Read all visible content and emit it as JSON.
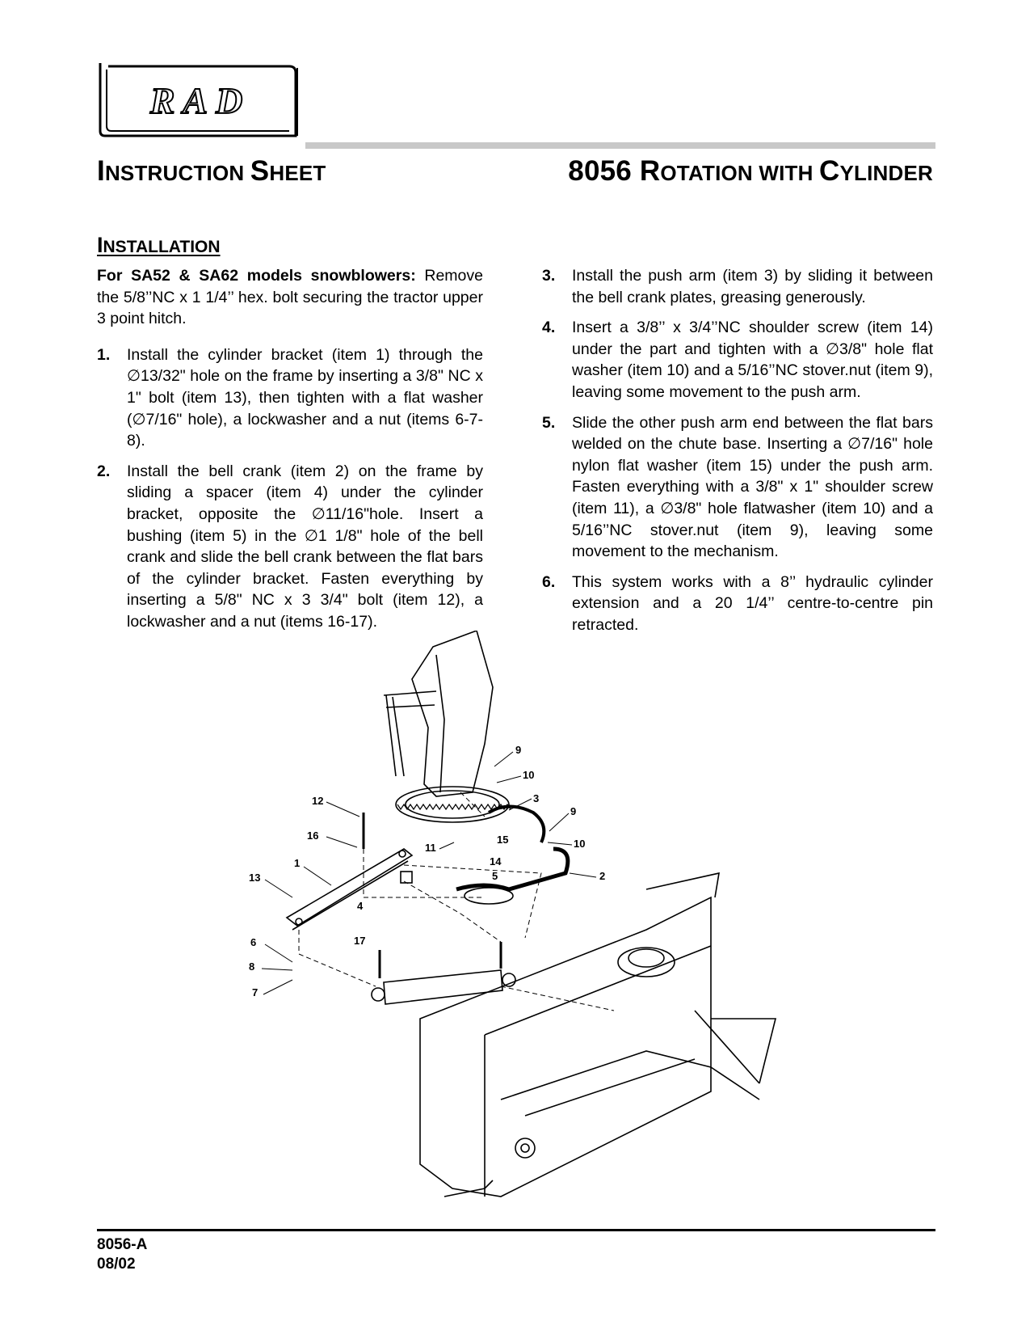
{
  "header": {
    "logo_text": "RAD",
    "title_left": {
      "cap1": "I",
      "rest1": "NSTRUCTION ",
      "cap2": "S",
      "rest2": "HEET"
    },
    "title_right": {
      "lead": "8056 ",
      "cap1": "R",
      "rest1": "OTATION WITH ",
      "cap2": "C",
      "rest2": "YLINDER"
    }
  },
  "section": {
    "cap": "I",
    "rest": "NSTALLATION"
  },
  "intro": {
    "bold": "For SA52 & SA62 models snowblowers:",
    "text": "Remove the 5/8’’NC x 1 1/4’’ hex. bolt securing the tractor upper 3 point hitch."
  },
  "steps": [
    {
      "num": "1.",
      "text": "Install the cylinder bracket (item 1) through the ∅13/32\" hole on the frame by inserting a 3/8\" NC x 1\" bolt (item 13), then tighten with a flat washer (∅7/16\" hole), a lockwasher and a nut (items 6-7-8)."
    },
    {
      "num": "2.",
      "text": "Install the bell crank (item 2) on the frame by sliding a spacer (item 4) under the cylinder bracket, opposite the ∅11/16\"hole. Insert a bushing (item 5) in the ∅1 1/8\" hole of the bell crank and slide the bell crank between the flat bars of the cylinder bracket. Fasten everything by inserting a 5/8\" NC x 3 3/4\" bolt (item 12), a lockwasher and a nut (items 16-17)."
    },
    {
      "num": "3.",
      "text": "Install the push arm (item 3) by sliding it between the bell crank plates, greasing generously."
    },
    {
      "num": "4.",
      "text": "Insert a 3/8’’ x 3/4’’NC shoulder screw (item 14) under the part and tighten with a ∅3/8\" hole flat washer (item 10) and a 5/16’’NC stover.nut (item 9), leaving some movement to the push arm."
    },
    {
      "num": "5.",
      "text": "Slide the other push arm end between the flat bars welded on the chute base. Inserting a ∅7/16\" hole nylon flat washer (item 15) under the push arm. Fasten everything with a 3/8\" x 1\" shoulder screw (item 11), a ∅3/8\" hole flatwasher (item 10) and a 5/16’’NC stover.nut (item 9), leaving some movement to the mechanism."
    },
    {
      "num": "6.",
      "text": "This system works with a 8’’ hydraulic cylinder extension and a 20 1/4’’ centre-to-centre pin retracted."
    }
  ],
  "diagram": {
    "callouts": [
      "9",
      "10",
      "3",
      "9",
      "10",
      "12",
      "16",
      "11",
      "15",
      "14",
      "5",
      "2",
      "1",
      "13",
      "4",
      "17",
      "6",
      "8",
      "7"
    ]
  },
  "footer": {
    "code": "8056-A",
    "date": "08/02"
  }
}
